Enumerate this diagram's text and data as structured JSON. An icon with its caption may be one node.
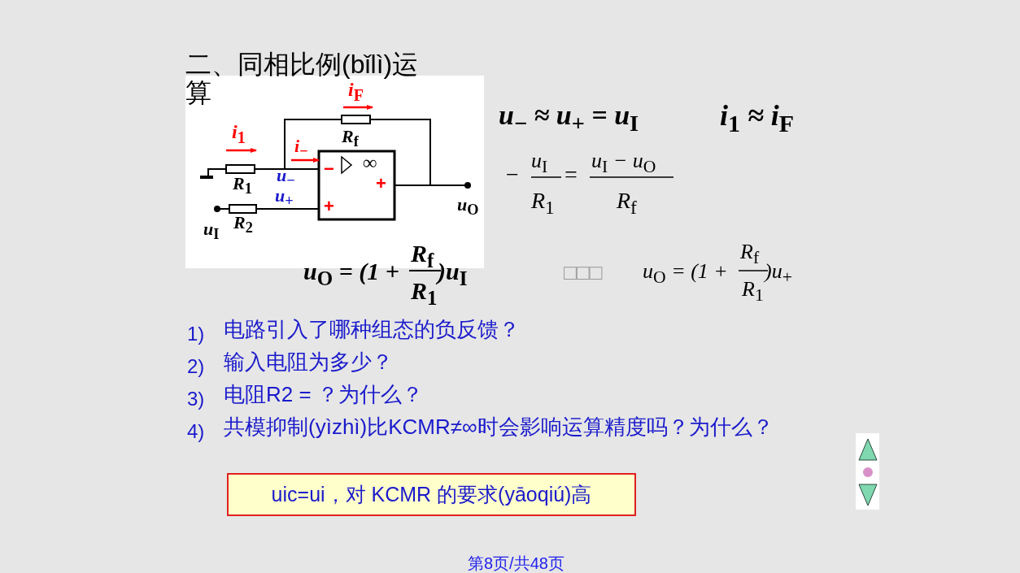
{
  "diagram": {
    "title": "二、同相比例(bǐlì)运算",
    "nodes": [
      {
        "text": [
          "uic=ui，对 KCMR 的要求(yāoqiú)高"
        ]
      }
    ],
    "labels": [
      "i$_{F}$",
      "i$_{1}$",
      "R$_{f}$",
      "i$_{−}$",
      "−",
      "∞",
      "R$_{1}$",
      "u$_{−}$",
      "+",
      "u$_{+}$",
      "+",
      "u$_{O}$",
      "u$_{I}$",
      "R$_{2}$",
      "u$_{−}$ ≈ u$_{+}$ = u$_{I}$",
      "i$_{1}$ ≈ i$_{F}$",
      "−",
      "u$_{I}$",
      "R$_{1}$",
      "=",
      "u$_{I}$ − u$_{O}$",
      "R$_{f}$",
      "u$_{O}$ = (1 +",
      "R$_{f}$",
      "R$_{1}$",
      ")u$_{I}$",
      "□□□",
      "u$_{O}$ = (1 +",
      "R$_{f}$",
      "R$_{1}$",
      ")u$_{+}$",
      "1)",
      "电路引入了哪种组态的负反馈？",
      "2)",
      "输入电阻为多少？",
      "3)",
      "电阻R2 = ？为什么？",
      "4)",
      "共模抑制(yìzhì)比KCMR≠∞时会影响运算精度吗？为什么？",
      "第8页/共48页"
    ]
  }
}
